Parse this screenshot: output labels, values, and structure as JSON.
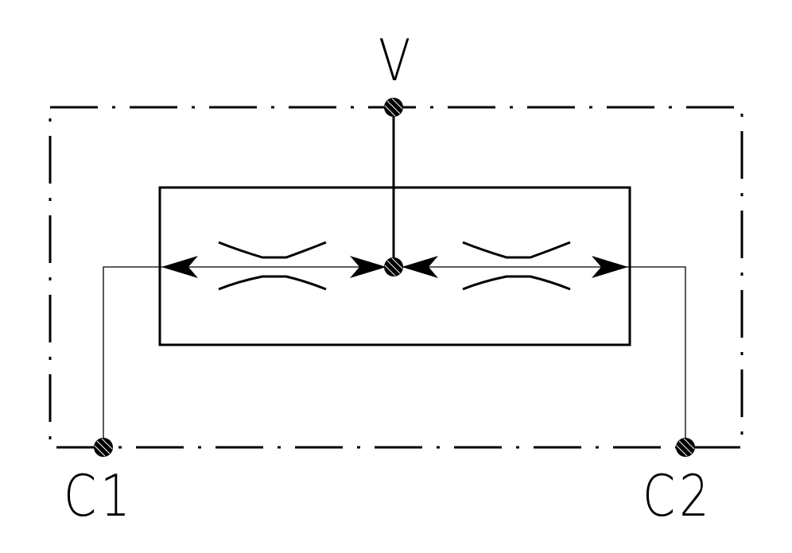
{
  "ports": {
    "v": "V",
    "c1": "C1",
    "c2": "C2"
  },
  "colors": {
    "line": "#000000",
    "background": "#ffffff"
  },
  "symbols": {
    "orifice_left": "restrictor-icon",
    "orifice_right": "restrictor-icon",
    "port_marker": "connection-dot-icon"
  }
}
